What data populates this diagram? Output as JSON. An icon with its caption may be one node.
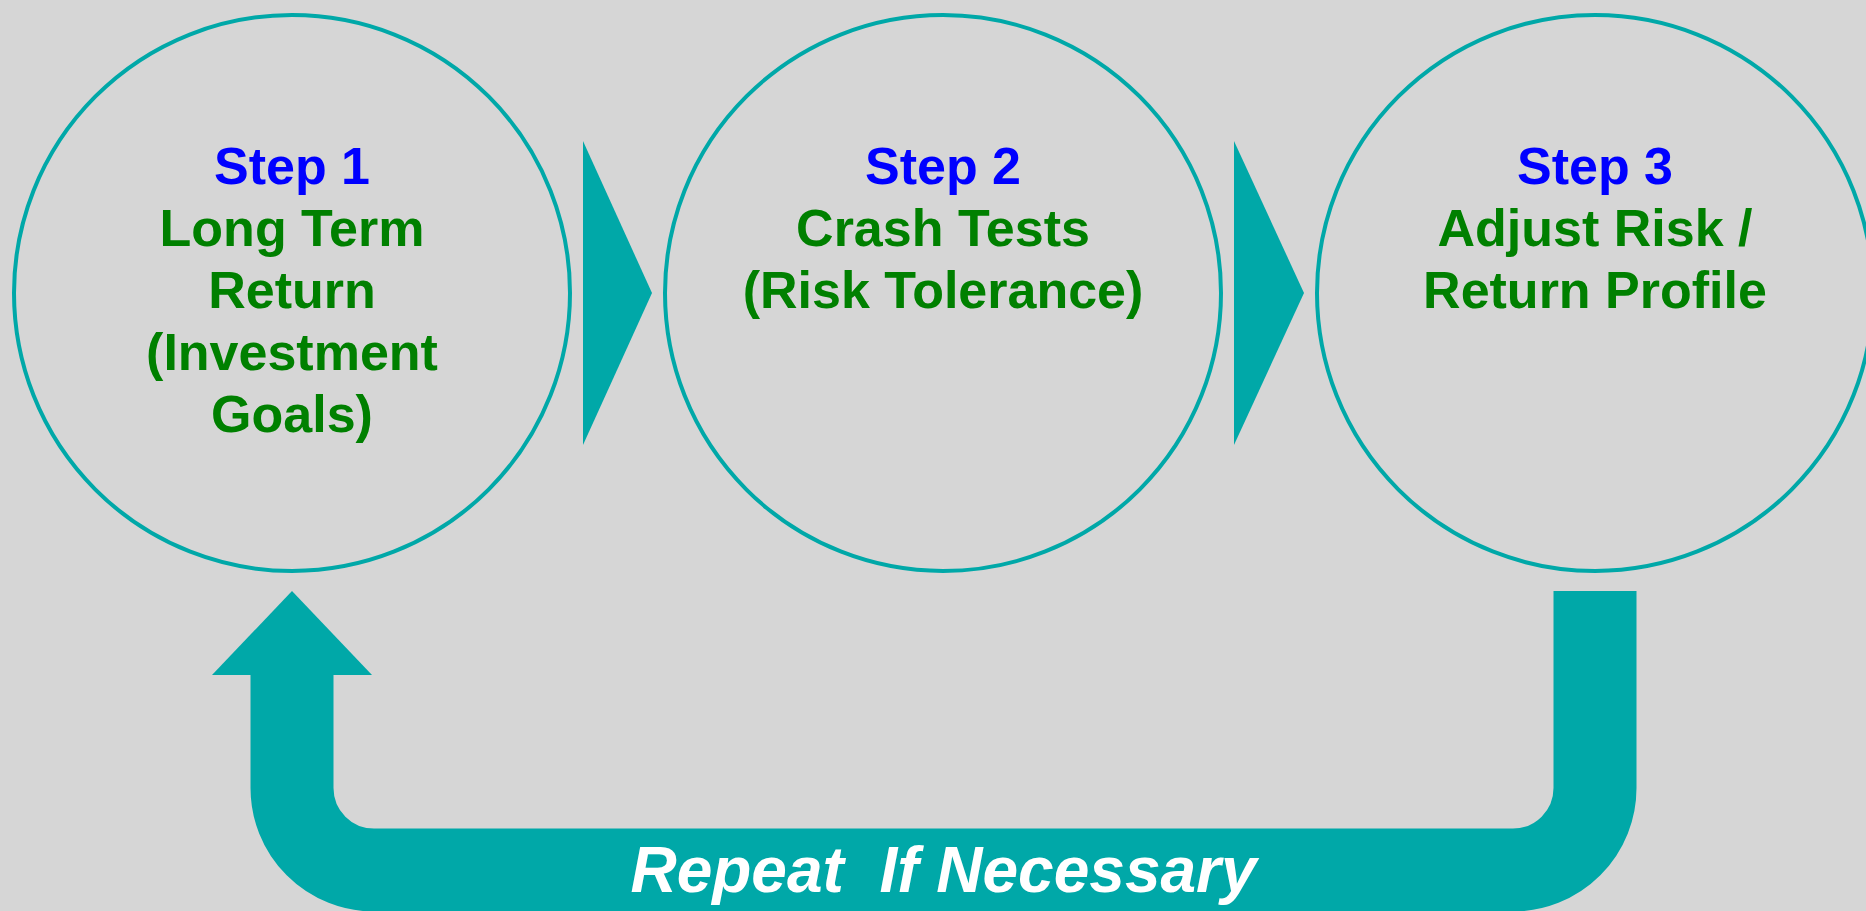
{
  "diagram": {
    "nodes": [
      {
        "text": [
          "Step 1",
          "Long Term Return",
          "(Investment Goals)"
        ]
      },
      {
        "text": [
          "Step 2",
          "Crash Tests",
          "(Risk Tolerance)"
        ]
      },
      {
        "text": [
          "Step 3",
          "Adjust Risk / Return Profile"
        ]
      }
    ],
    "edges": [
      {
        "from": 0,
        "to": 1,
        "arrow": "to"
      },
      {
        "from": 1,
        "to": 2,
        "arrow": "to"
      },
      {
        "from": 2,
        "to": 0,
        "arrow": "to",
        "label": "Repeat  If Necessary"
      }
    ]
  }
}
